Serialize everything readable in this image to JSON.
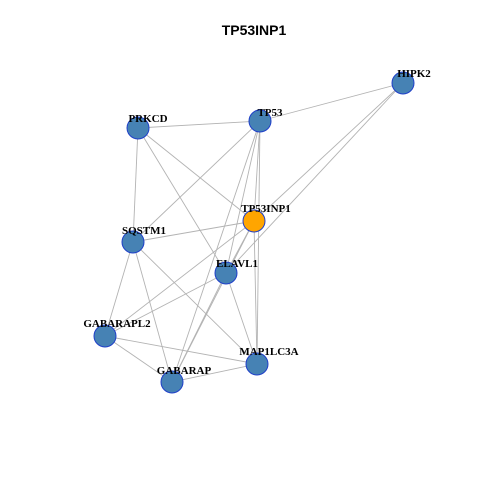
{
  "title": "TP53INP1",
  "colors": {
    "node_default": "#4682b4",
    "node_focus": "#ffa500",
    "node_border": "#1f3fc9",
    "edge": "#b3b3b3"
  },
  "nodes": [
    {
      "id": "HIPK2",
      "label": "HIPK2",
      "focus": false
    },
    {
      "id": "PRKCD",
      "label": "PRKCD",
      "focus": false
    },
    {
      "id": "TP53",
      "label": "TP53",
      "focus": false
    },
    {
      "id": "TP53INP1",
      "label": "TP53INP1",
      "focus": true
    },
    {
      "id": "SQSTM1",
      "label": "SQSTM1",
      "focus": false
    },
    {
      "id": "ELAVL1",
      "label": "ELAVL1",
      "focus": false
    },
    {
      "id": "GABARAPL2",
      "label": "GABARAPL2",
      "focus": false
    },
    {
      "id": "MAP1LC3A",
      "label": "MAP1LC3A",
      "focus": false
    },
    {
      "id": "GABARAP",
      "label": "GABARAP",
      "focus": false
    }
  ],
  "edges": [
    [
      "HIPK2",
      "TP53"
    ],
    [
      "HIPK2",
      "TP53INP1"
    ],
    [
      "HIPK2",
      "ELAVL1"
    ],
    [
      "PRKCD",
      "TP53"
    ],
    [
      "PRKCD",
      "TP53INP1"
    ],
    [
      "PRKCD",
      "SQSTM1"
    ],
    [
      "PRKCD",
      "ELAVL1"
    ],
    [
      "TP53",
      "SQSTM1"
    ],
    [
      "TP53",
      "TP53INP1"
    ],
    [
      "TP53",
      "ELAVL1"
    ],
    [
      "TP53",
      "MAP1LC3A"
    ],
    [
      "TP53",
      "GABARAP"
    ],
    [
      "TP53INP1",
      "SQSTM1"
    ],
    [
      "TP53INP1",
      "ELAVL1"
    ],
    [
      "TP53INP1",
      "GABARAPL2"
    ],
    [
      "TP53INP1",
      "MAP1LC3A"
    ],
    [
      "TP53INP1",
      "GABARAP"
    ],
    [
      "SQSTM1",
      "GABARAPL2"
    ],
    [
      "SQSTM1",
      "GABARAP"
    ],
    [
      "SQSTM1",
      "MAP1LC3A"
    ],
    [
      "ELAVL1",
      "GABARAPL2"
    ],
    [
      "ELAVL1",
      "GABARAP"
    ],
    [
      "ELAVL1",
      "MAP1LC3A"
    ],
    [
      "GABARAPL2",
      "GABARAP"
    ],
    [
      "GABARAPL2",
      "MAP1LC3A"
    ],
    [
      "GABARAP",
      "MAP1LC3A"
    ]
  ]
}
